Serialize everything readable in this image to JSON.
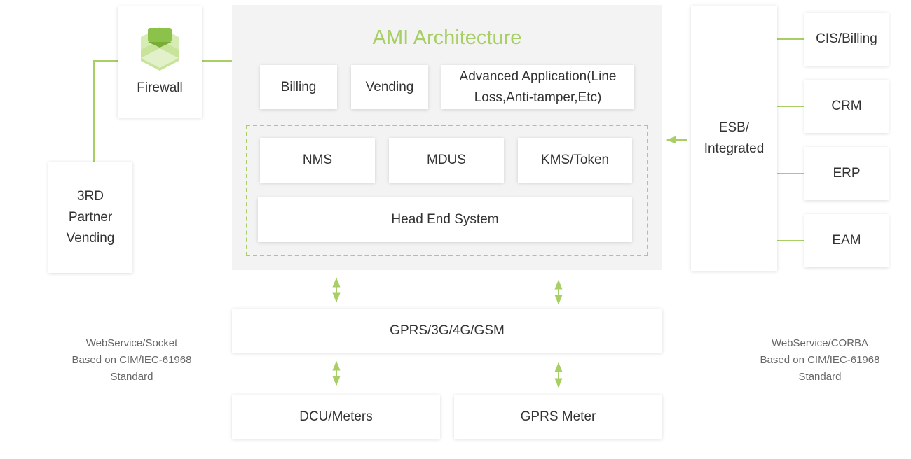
{
  "diagram": {
    "title": "AMI Architecture",
    "accent_color": "#a7cf66",
    "firewall": {
      "label": "Firewall",
      "icon": "firewall-cube-icon"
    },
    "partner_vending": {
      "label": "3RD\nPartner\nVending"
    },
    "applications": {
      "billing": "Billing",
      "vending": "Vending",
      "advanced": "Advanced Application(Line\nLoss,Anti-tamper,Etc)"
    },
    "core": {
      "nms": "NMS",
      "mdus": "MDUS",
      "kms": "KMS/Token",
      "head_end": "Head End System"
    },
    "network": "GPRS/3G/4G/GSM",
    "devices": {
      "dcu": "DCU/Meters",
      "gprs_meter": "GPRS Meter"
    },
    "esb": {
      "label": "ESB/\nIntegrated"
    },
    "systems": [
      "CIS/Billing",
      "CRM",
      "ERP",
      "EAM"
    ],
    "notes": {
      "left": "WebService/Socket\nBased on CIM/IEC-61968\nStandard",
      "right": "WebService/CORBA\nBased on CIM/IEC-61968\nStandard"
    }
  }
}
